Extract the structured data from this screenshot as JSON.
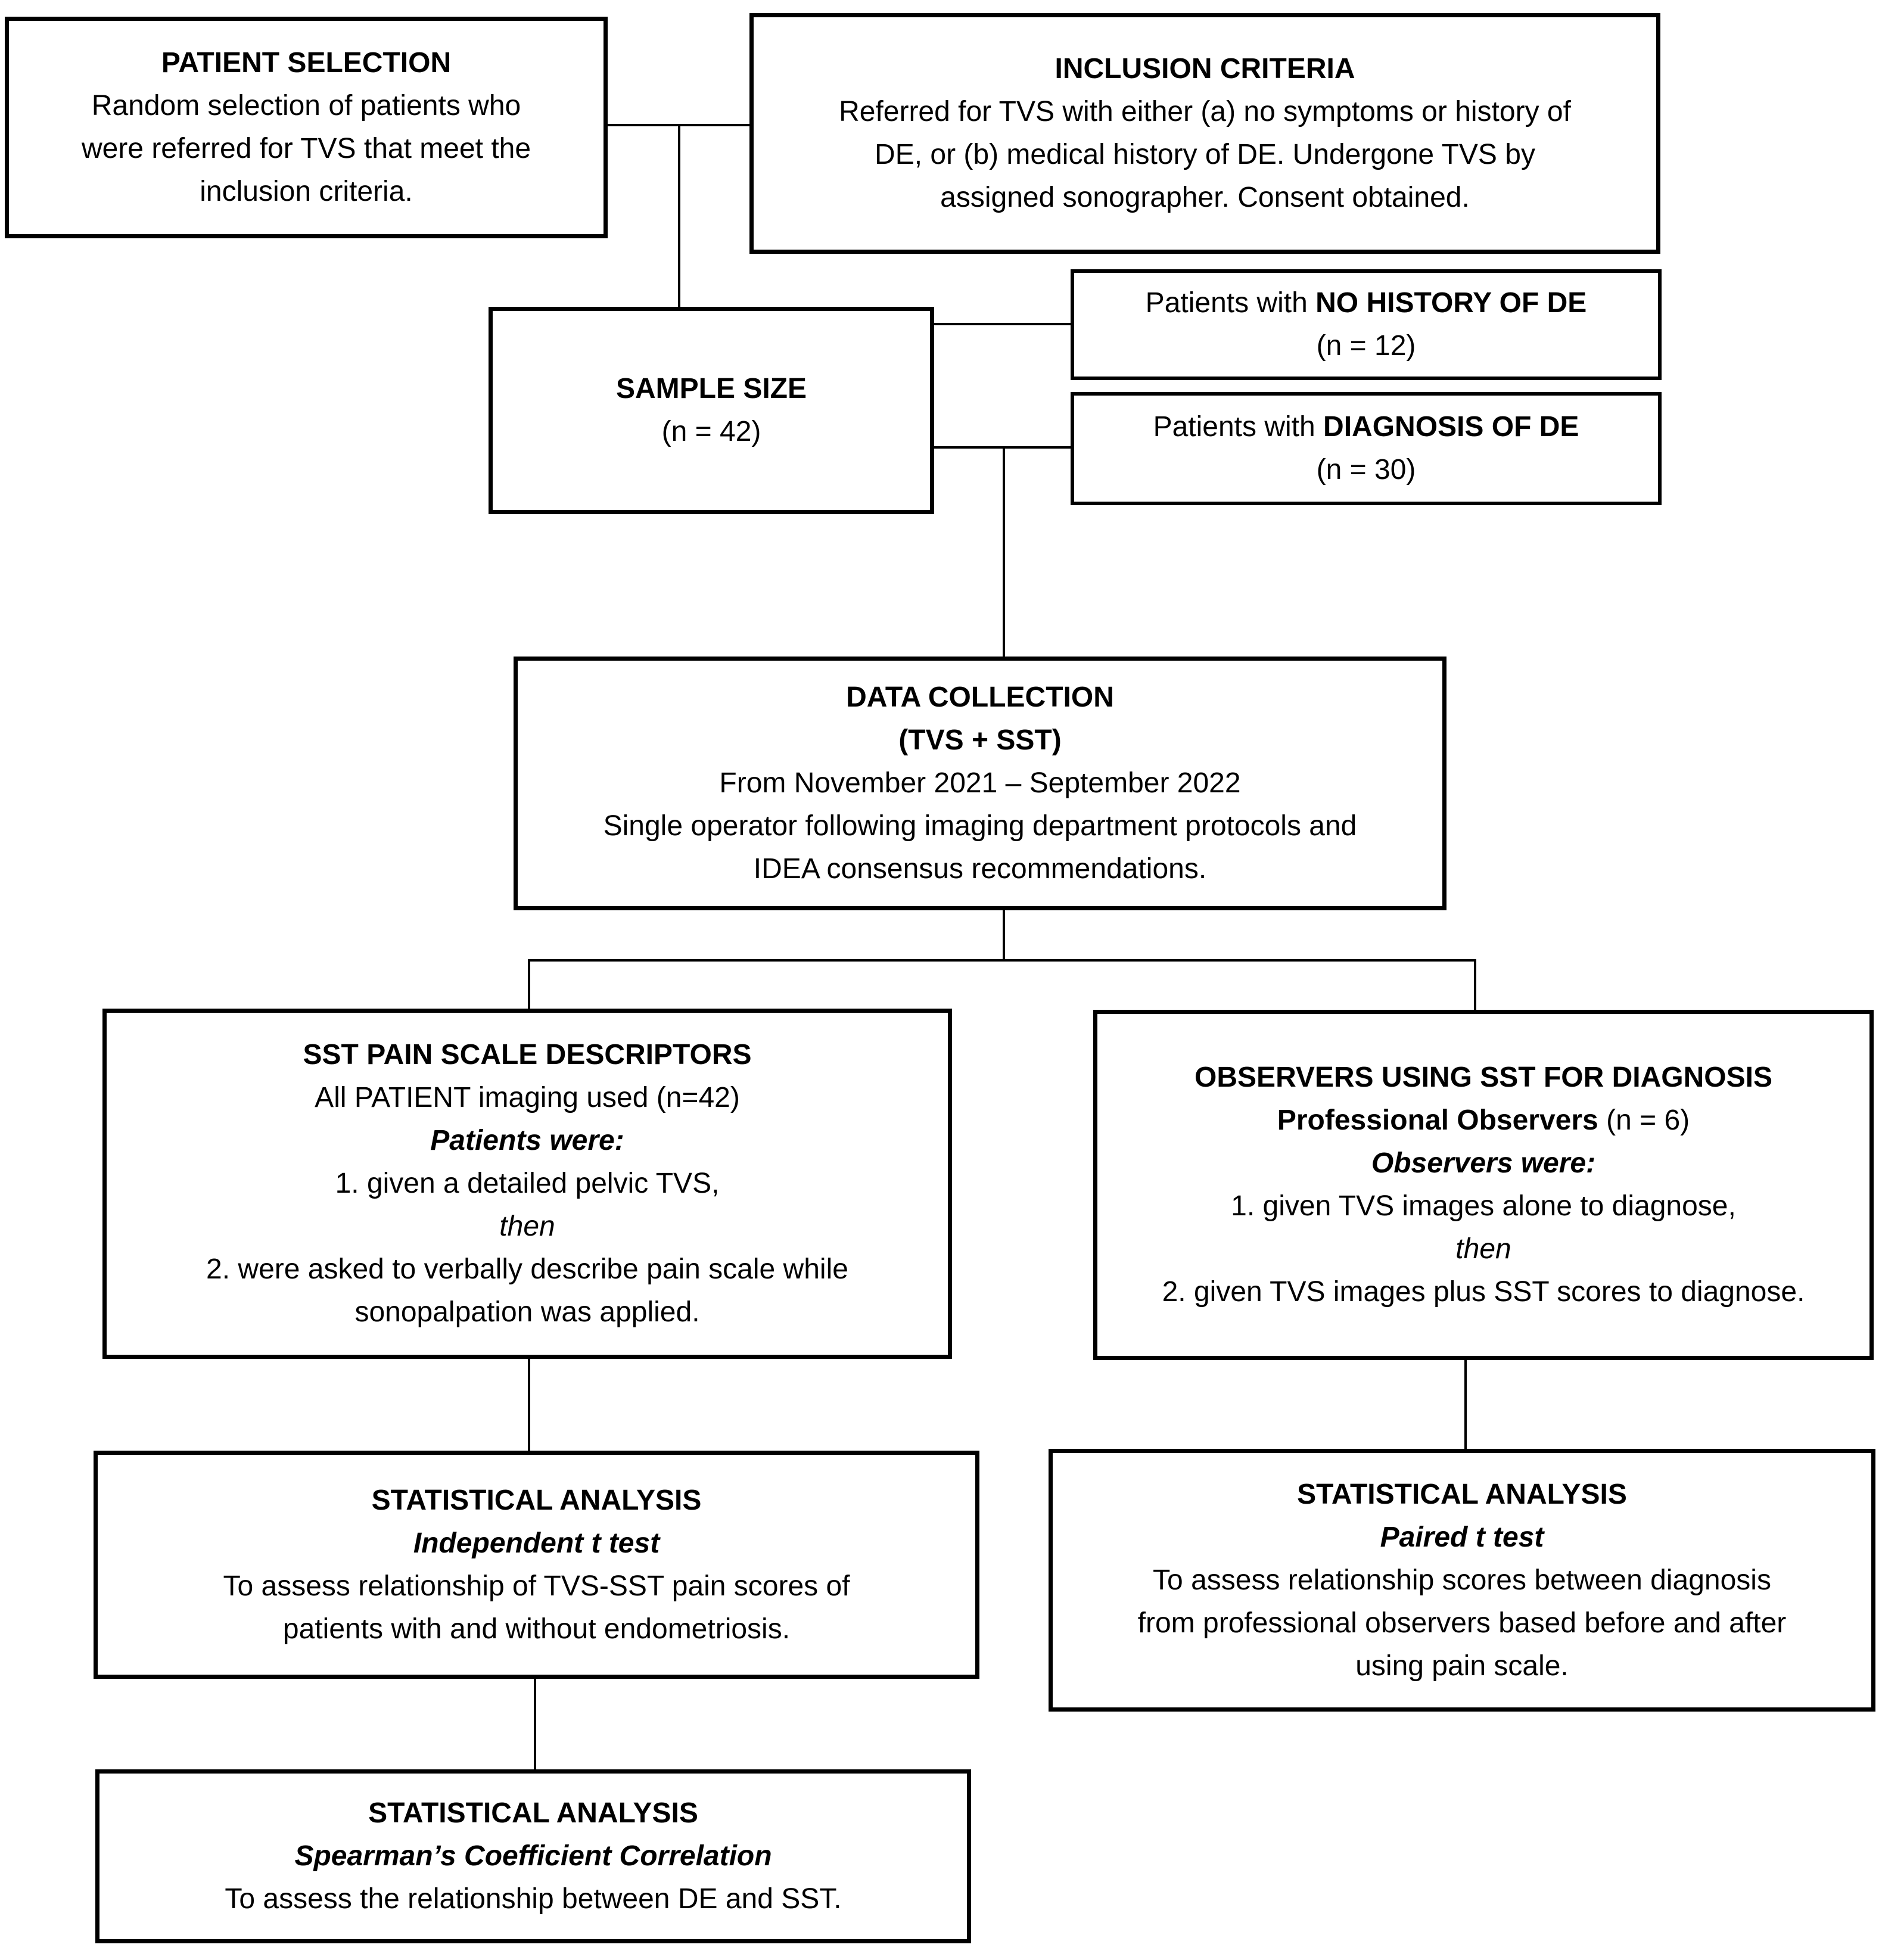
{
  "colors": {
    "ink": "#000000",
    "paper": "#ffffff"
  },
  "boxes": {
    "patient_selection": {
      "title": "PATIENT SELECTION",
      "body": "Random selection of patients who\nwere referred for TVS that meet the\ninclusion criteria."
    },
    "inclusion_criteria": {
      "title": "INCLUSION CRITERIA",
      "body": "Referred for TVS with either (a) no symptoms or history of\nDE, or (b) medical history of DE. Undergone TVS by\nassigned sonographer. Consent obtained."
    },
    "sample_size": {
      "title": "SAMPLE SIZE",
      "n": "(n = 42)"
    },
    "no_history_de": {
      "prefix": "Patients with ",
      "emphasis": "NO HISTORY OF DE",
      "n": "(n = 12)"
    },
    "diagnosis_de": {
      "prefix": "Patients with ",
      "emphasis": "DIAGNOSIS OF DE",
      "n": "(n = 30)"
    },
    "data_collection": {
      "title": "DATA COLLECTION",
      "subtitle": "(TVS + SST)",
      "period": "From November 2021 – September 2022",
      "detail": "Single operator following imaging department protocols and\nIDEA consensus recommendations."
    },
    "sst_pain_scale": {
      "title": "SST PAIN SCALE DESCRIPTORS",
      "sample": "All PATIENT imaging used (n=42)",
      "lead_in": "Patients were:",
      "step1": "1. given a detailed pelvic TVS,",
      "connector": "then",
      "step2": "2. were asked to verbally describe pain scale while\nsonopalpation was applied."
    },
    "observers_sst": {
      "title": "OBSERVERS USING SST FOR DIAGNOSIS",
      "subtitle_bold": "Professional Observers",
      "subtitle_rest": " (n = 6)",
      "lead_in": "Observers were:",
      "step1": "1. given TVS images alone to diagnose,",
      "connector": "then",
      "step2": "2. given TVS images plus SST scores to diagnose."
    },
    "stat_independent": {
      "title": "STATISTICAL ANALYSIS",
      "method": "Independent t test",
      "purpose": "To assess relationship of TVS-SST pain scores of\npatients with and without endometriosis."
    },
    "stat_paired": {
      "title": "STATISTICAL ANALYSIS",
      "method": "Paired t test",
      "purpose": "To assess relationship scores between diagnosis\nfrom professional observers based before and after\nusing pain scale."
    },
    "stat_spearman": {
      "title": "STATISTICAL ANALYSIS",
      "method": "Spearman’s Coefficient Correlation",
      "purpose": "To assess the relationship between DE and SST."
    }
  }
}
